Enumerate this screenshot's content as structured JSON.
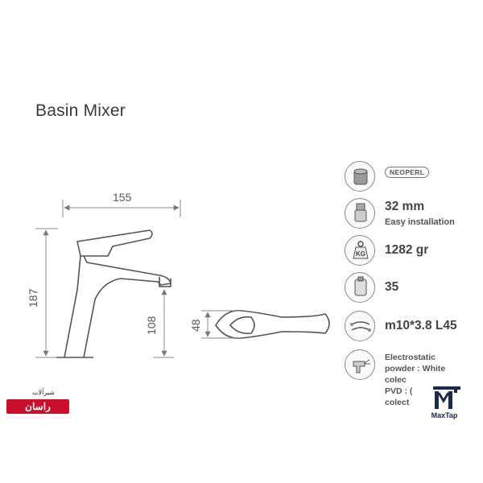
{
  "title": "Basin Mixer",
  "dimensions": {
    "width": "155",
    "height": "187",
    "spout_height": "108",
    "handle_width": "48"
  },
  "specs": {
    "aerator": {
      "icon": "aerator-icon",
      "badge": "NEOPERL"
    },
    "connection": {
      "icon": "connector-icon",
      "value": "32 mm",
      "sub": "Easy installation"
    },
    "weight": {
      "icon": "kg-weight-icon",
      "value": "1282 gr"
    },
    "cartridge": {
      "icon": "cartridge-icon",
      "value": "35"
    },
    "hose": {
      "icon": "hose-icon",
      "value": "m10*3.8 L45"
    },
    "finish": {
      "icon": "spray-gun-icon",
      "lines": [
        "Electrostatic",
        "powder : White",
        "colec",
        "PVD : (",
        "colect"
      ]
    }
  },
  "logos": {
    "left_top_text": "شیرآلات",
    "left_main_text": "راسان",
    "right_brand": "MaxTap"
  },
  "colors": {
    "line": "#555555",
    "dimension": "#777777",
    "logo_red": "#c8102e",
    "logo_navy": "#1b2a4a"
  }
}
